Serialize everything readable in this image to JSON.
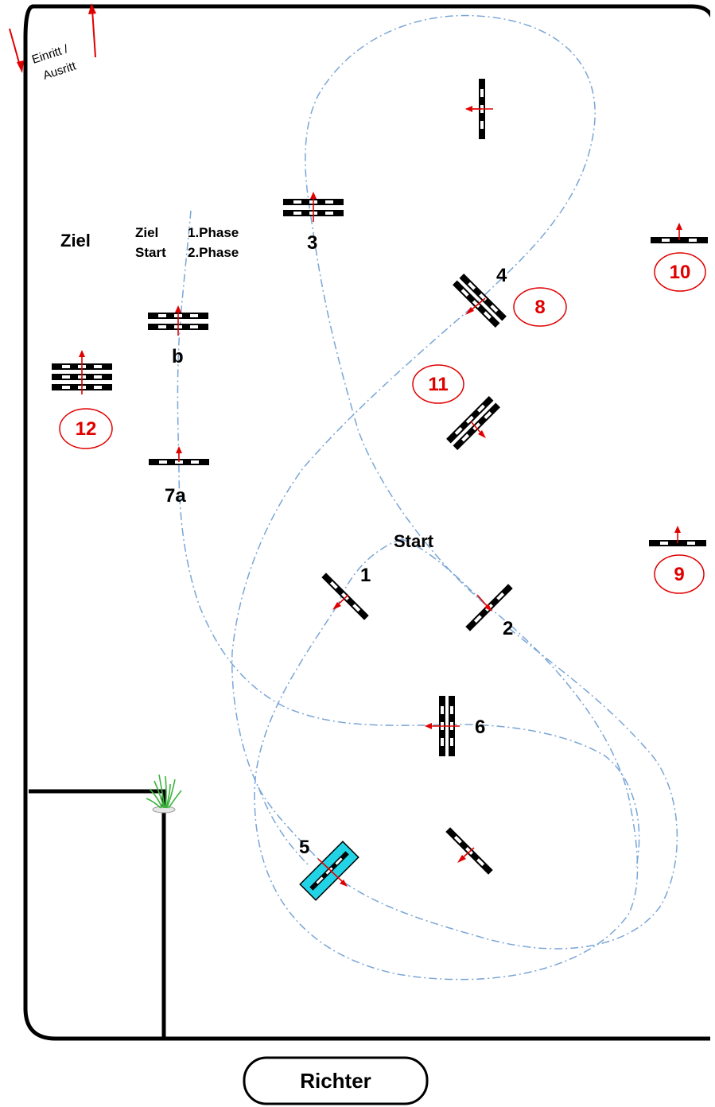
{
  "entry": {
    "line1": "Einritt /",
    "line2": "Ausritt"
  },
  "finish_label": "Ziel",
  "phase_info": {
    "row1_a": "Ziel",
    "row1_b": "1.Phase",
    "row2_a": "Start",
    "row2_b": "2.Phase"
  },
  "start_label": "Start",
  "judge_label": "Richter",
  "colors": {
    "fence": "#000000",
    "direction": "#e00000",
    "track": "#7aa6d6",
    "water": "#22d3e6",
    "number_circle": "#e00000",
    "grass": "#3cb43c"
  },
  "obstacles_phase1": [
    {
      "label": "1",
      "icon": "oxer-angled-icon"
    },
    {
      "label": "2",
      "icon": "vertical-angled-icon"
    },
    {
      "label": "3",
      "icon": "oxer-icon"
    },
    {
      "label": "4",
      "icon": "oxer-angled-icon"
    },
    {
      "label": "5",
      "icon": "water-ditch-icon"
    },
    {
      "label": "6",
      "icon": "oxer-icon"
    },
    {
      "label": "7a",
      "icon": "vertical-icon"
    },
    {
      "label": "b",
      "icon": "oxer-icon"
    }
  ],
  "obstacles_phase2": [
    {
      "label": "8",
      "icon": "oxer-angled-icon"
    },
    {
      "label": "9",
      "icon": "vertical-icon"
    },
    {
      "label": "10",
      "icon": "vertical-icon"
    },
    {
      "label": "11",
      "icon": "oxer-angled-icon"
    },
    {
      "label": "12",
      "icon": "triple-bar-icon"
    }
  ],
  "decor": {
    "icon": "grass-plant-icon"
  }
}
